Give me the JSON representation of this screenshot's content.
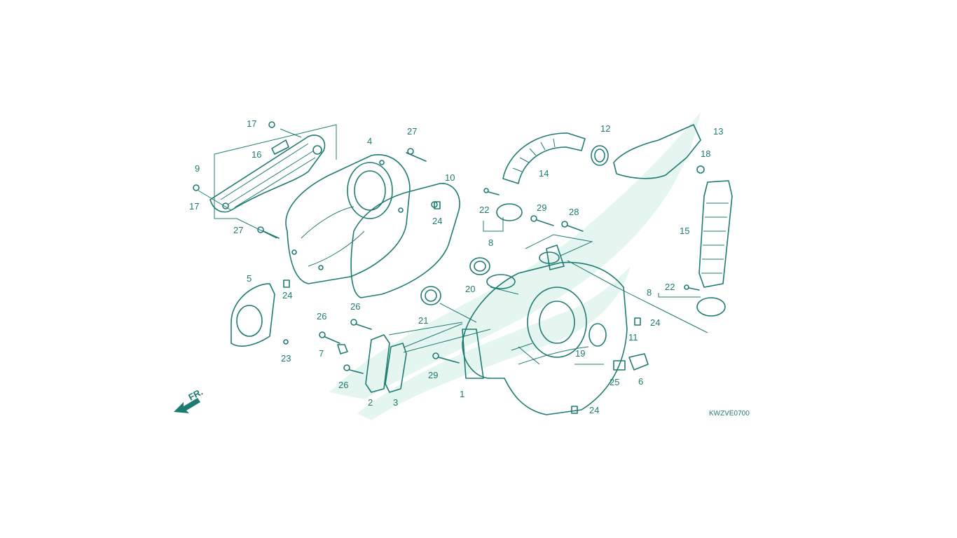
{
  "diagram": {
    "code": "KWZVE0700",
    "front_mark": "FR.",
    "callouts": [
      "17",
      "16",
      "9",
      "17",
      "27",
      "4",
      "27",
      "10",
      "24",
      "24",
      "5",
      "23",
      "26",
      "7",
      "26",
      "2",
      "3",
      "26",
      "21",
      "20",
      "22",
      "8",
      "29",
      "28",
      "14",
      "12",
      "13",
      "18",
      "15",
      "22",
      "8",
      "24",
      "11",
      "19",
      "1",
      "29",
      "25",
      "6",
      "24"
    ]
  }
}
